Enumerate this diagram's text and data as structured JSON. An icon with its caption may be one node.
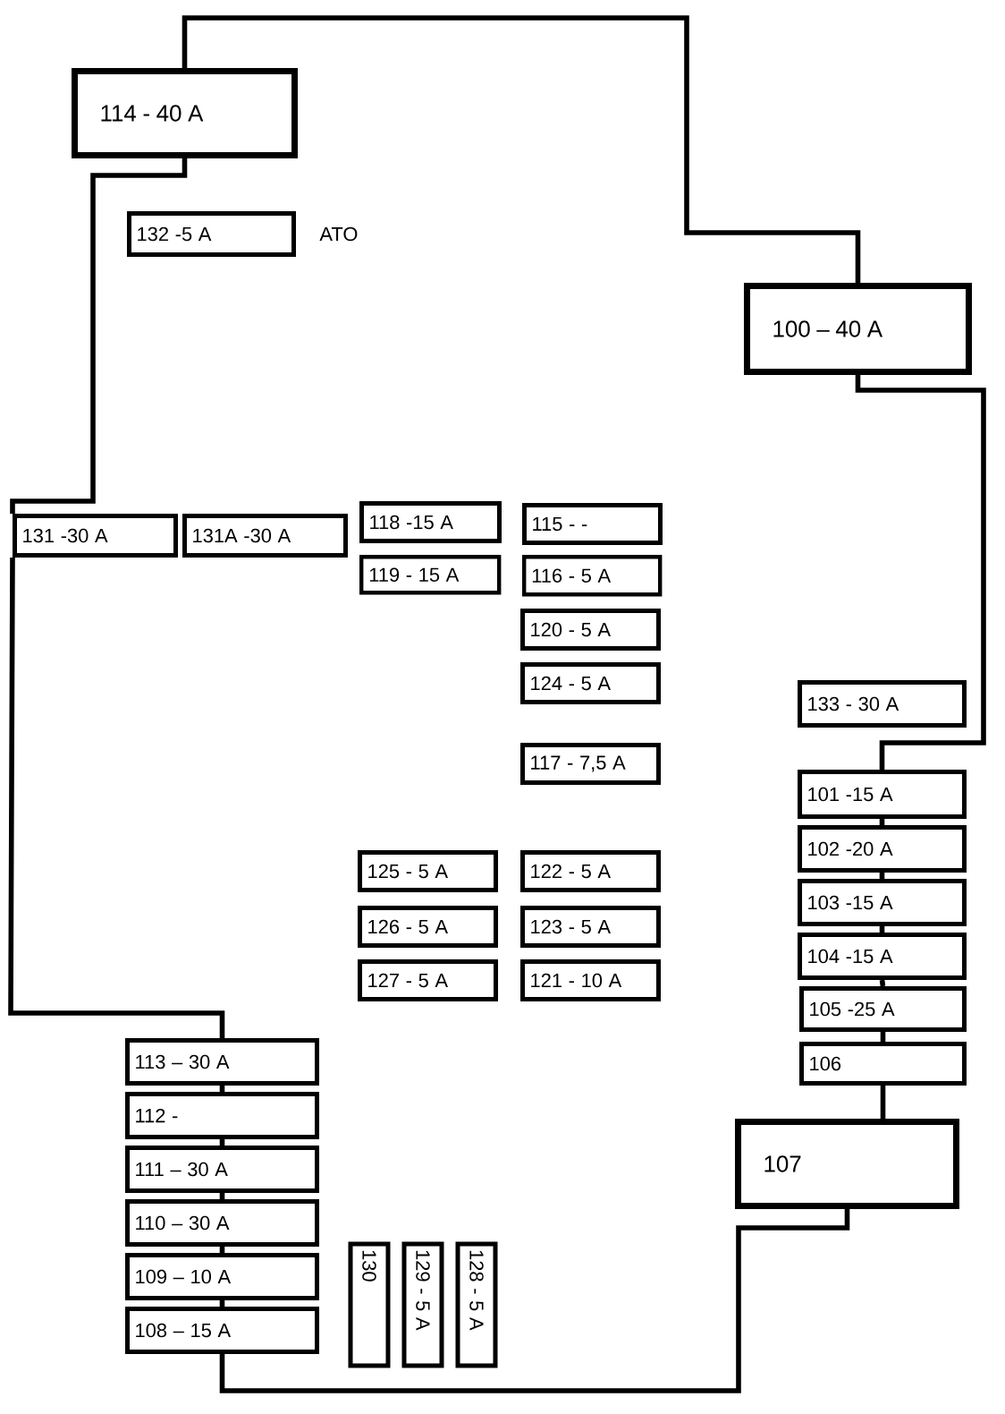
{
  "diagram": {
    "nodes": [
      {
        "text": [
          "114 - 40 A"
        ]
      },
      {
        "text": [
          "132 -5 A"
        ],
        "beside": [
          "ATO"
        ]
      },
      {
        "text": [
          "100 – 40 A"
        ]
      },
      {
        "text": [
          "118 -15 A"
        ]
      },
      {
        "text": [
          "115 - -"
        ]
      },
      {
        "text": [
          "131 -30 A"
        ]
      },
      {
        "text": [
          "131A -30 A"
        ]
      },
      {
        "text": [
          "119 - 15 A"
        ]
      },
      {
        "text": [
          "116 - 5 A"
        ]
      },
      {
        "text": [
          "120 - 5 A"
        ]
      },
      {
        "text": [
          "124 - 5 A"
        ]
      },
      {
        "text": [
          "133 - 30 A"
        ]
      },
      {
        "text": [
          "117 - 7,5 A"
        ]
      },
      {
        "text": [
          "101 -15 A"
        ]
      },
      {
        "text": [
          "125 - 5 A"
        ]
      },
      {
        "text": [
          "122 - 5 A"
        ]
      },
      {
        "text": [
          "102 -20 A"
        ]
      },
      {
        "text": [
          "126 - 5 A"
        ]
      },
      {
        "text": [
          "123 - 5 A"
        ]
      },
      {
        "text": [
          "103 -15 A"
        ]
      },
      {
        "text": [
          "127 - 5 A"
        ]
      },
      {
        "text": [
          "121 - 10 A"
        ]
      },
      {
        "text": [
          "104 -15 A"
        ]
      },
      {
        "text": [
          "105 -25 A"
        ]
      },
      {
        "text": [
          "113 – 30 A"
        ]
      },
      {
        "text": [
          "106"
        ]
      },
      {
        "text": [
          "112 -"
        ]
      },
      {
        "text": [
          "107"
        ]
      },
      {
        "text": [
          "111 – 30 A"
        ]
      },
      {
        "text": [
          "110 – 30 A"
        ]
      },
      {
        "text": [
          "109 – 10 A"
        ]
      },
      {
        "text": [
          "130"
        ]
      },
      {
        "text": [
          "129 - 5 A"
        ]
      },
      {
        "text": [
          "128 - 5 A"
        ]
      },
      {
        "text": [
          "108 – 15 A"
        ]
      }
    ],
    "edges": [
      {
        "from": 0,
        "to": 2,
        "arrow": "none"
      },
      {
        "from": 2,
        "to": 13,
        "arrow": "none"
      },
      {
        "from": 13,
        "to": 16,
        "arrow": "none"
      },
      {
        "from": 16,
        "to": 19,
        "arrow": "none"
      },
      {
        "from": 19,
        "to": 22,
        "arrow": "none"
      },
      {
        "from": 22,
        "to": 23,
        "arrow": "none"
      },
      {
        "from": 23,
        "to": 25,
        "arrow": "none"
      },
      {
        "from": 25,
        "to": 27,
        "arrow": "none"
      },
      {
        "from": 27,
        "to": 34,
        "arrow": "none"
      },
      {
        "from": 34,
        "to": 30,
        "arrow": "none"
      },
      {
        "from": 30,
        "to": 29,
        "arrow": "none"
      },
      {
        "from": 29,
        "to": 28,
        "arrow": "none"
      },
      {
        "from": 28,
        "to": 26,
        "arrow": "none"
      },
      {
        "from": 26,
        "to": 24,
        "arrow": "none"
      },
      {
        "from": 24,
        "to": 5,
        "arrow": "none"
      },
      {
        "from": 5,
        "to": 0,
        "arrow": "none"
      }
    ]
  }
}
